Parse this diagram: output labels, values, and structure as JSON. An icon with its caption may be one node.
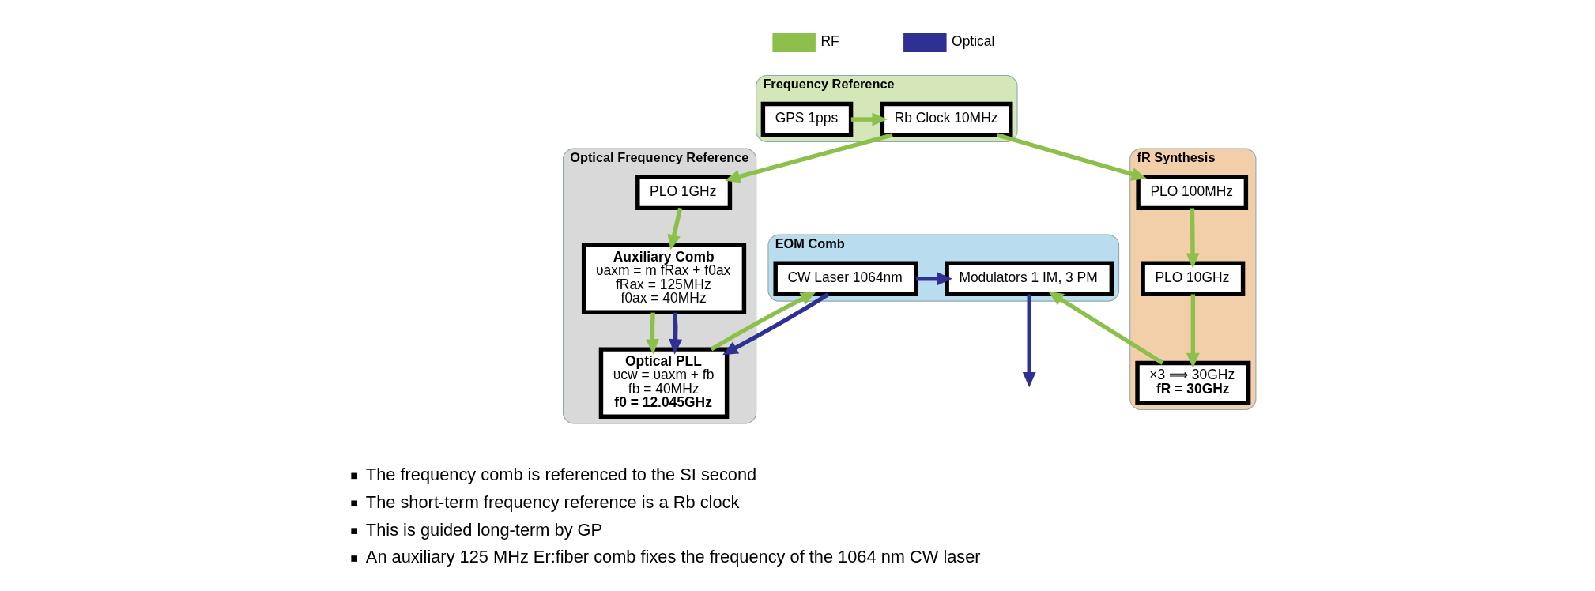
{
  "diagram": {
    "nodes": [
      {
        "text": [
          "Frequency Reference"
        ]
      },
      {
        "text": [
          "GPS 1pps"
        ],
        "in": 0
      },
      {
        "text": [
          "Rb Clock 10MHz"
        ],
        "in": 0
      },
      {
        "text": [
          "EOM Comb"
        ]
      },
      {
        "text": [
          "CW Laser 1064nm"
        ],
        "in": 3
      },
      {
        "text": [
          "Modulators 1 IM, 3 PM"
        ],
        "in": 3
      },
      {
        "text": [
          "fR Synthesis"
        ]
      },
      {
        "text": [
          "PLO 100MHz"
        ],
        "in": 6
      },
      {
        "text": [
          "PLO 10GHz"
        ],
        "in": 6
      },
      {
        "text": [
          "×3 ⟹ 30GHz",
          "fR = 30GHz"
        ],
        "in": 6
      },
      {
        "text": [
          "Optical Frequency Reference"
        ]
      },
      {
        "text": [
          "PLO 1GHz"
        ],
        "in": 10
      },
      {
        "text": [
          "Auxiliary Comb",
          "υaxm = m fRax + f0ax",
          "fRax = 125MHz",
          "f0ax = 40MHz"
        ],
        "in": 10
      },
      {
        "text": [
          "Optical PLL",
          "υcw = υaxm + fb",
          "fb = 40MHz",
          "f0 = 12.045GHz"
        ],
        "in": 10
      }
    ],
    "edges": [
      {
        "from": 1,
        "to": 2,
        "arrow": "to"
      },
      {
        "from": 2,
        "to": 7,
        "arrow": "to"
      },
      {
        "from": 2,
        "to": 11,
        "arrow": "to"
      },
      {
        "from": 4,
        "to": 5,
        "arrow": "to",
        "color": "#2e3192"
      },
      {
        "from": 5,
        "to": null,
        "arrow": "to",
        "color": "#2e3192"
      },
      {
        "from": 7,
        "to": 8,
        "arrow": "to"
      },
      {
        "from": 8,
        "to": 9,
        "arrow": "to"
      },
      {
        "from": 11,
        "to": 12,
        "arrow": "to"
      },
      {
        "from": 12,
        "to": 13,
        "arrow": "to"
      },
      {
        "from": 12,
        "to": 13,
        "arrow": "to",
        "color": "#2e3192"
      },
      {
        "from": 4,
        "to": 13,
        "arrow": "to",
        "color": "#2e3192"
      },
      {
        "from": 13,
        "to": 4,
        "arrow": "to"
      },
      {
        "from": 9,
        "to": 5,
        "arrow": "to"
      }
    ],
    "labels": [
      "The frequency comb is referenced to the SI second",
      "The short-term frequency reference is a Rb clock",
      "This is guided long-term by GP",
      "An auxiliary 125 MHz Er:fiber comb fixes the frequency of the 1064 nm CW laser"
    ],
    "legend": [
      {
        "text": "RF",
        "color": "#8cc04a"
      },
      {
        "text": "Optical",
        "color": "#2e3192"
      }
    ]
  }
}
